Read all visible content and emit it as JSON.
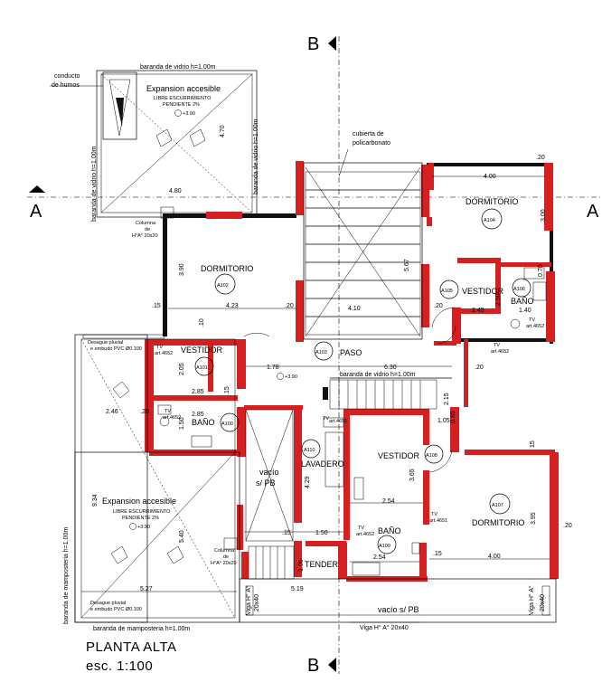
{
  "sections": {
    "a_left": "A",
    "a_right": "A",
    "b_top": "B",
    "b_bottom": "B"
  },
  "title": {
    "line1": "PLANTA ALTA",
    "line2": "esc. 1:100"
  },
  "annotations": {
    "conducto": "conducto",
    "humos": "de humos",
    "baranda_vidrio_top": "baranda de vidrio h=1.00m",
    "baranda_vidrio_left": "baranda de vidrio h=1.00m",
    "baranda_vidrio_right": "baranda de vidrio h=1.00m",
    "baranda_vidrio_paso": "baranda de vidrio h=1.00m",
    "cubierta1": "cubierta de",
    "cubierta2": "policarbonato",
    "baranda_mamp_left": "baranda de mamposteria h=1.00m",
    "baranda_mamp_bottom": "baranda de mamposteria h=1.00m",
    "viga_bottom": "Viga H° A° 20x40",
    "desague1a": "Desague pluvial",
    "desague1b": "e embudo PVC Ø0.100",
    "desague2a": "Desague pluvial",
    "desague2b": "e embudo PVC Ø0.100",
    "columna1a": "Columna",
    "columna1b": "de",
    "columna1c": "H°A° 20x20",
    "columna2a": "Columna",
    "columna2b": "de",
    "columna2c": "H°A° 20x20",
    "viga_v1": "Viga H° A°",
    "viga_v1b": "20x40",
    "viga_v2": "Viga H° A°",
    "viga_v2b": "20x40",
    "libre1": "LIBRE ESCURRIMIENTO",
    "pend1": "PENDIENTE 2%",
    "libre2": "LIBRE ESCURRIMIENTO",
    "pend2": "PENDIENTE 2%",
    "vacio_pb": "vacío s/ PB",
    "vacio_pb2": "vacío",
    "vacio_pb3": "s/ PB"
  },
  "rooms": {
    "exp_top": "Expansion accesible",
    "exp_bottom": "Expansion accesible",
    "dorm_a102": "DORMITORIO",
    "dorm_a104": "DORMITORIO",
    "dorm_a107": "DORMITORIO",
    "vest_a101": "VESTIDOR",
    "vest_a105": "VESTIDOR",
    "vest_a108": "VESTIDOR",
    "bano_a100": "BAÑO",
    "bano_a106": "BAÑO",
    "bano_a109": "BAÑO",
    "paso": "PASO",
    "lavadero": "LAVADERO",
    "tender": "TENDER"
  },
  "codes": {
    "a100": "A100",
    "a101": "A101",
    "a102": "A102",
    "a103": "A103",
    "a104": "A104",
    "a105": "A105",
    "a106": "A106",
    "a107": "A107",
    "a108": "A108",
    "a109": "A109",
    "a110": "A110"
  },
  "levels": {
    "l1": "+3.90",
    "l2": "+3.90",
    "l3": "+3.90"
  },
  "tv": {
    "tv1": "TV",
    "tv1n": "art.4652",
    "tv2": "TV",
    "tv2n": "art.4652",
    "tv3": "TV",
    "tv3n": "art.4652",
    "tv4": "TV",
    "tv4n": "art.4652",
    "tv5": "TV",
    "tv5n": "art.4652",
    "tv6": "TV",
    "tv6n": "art.4651",
    "tv7": "TV",
    "tv7n": "art.4651",
    "tv8": "TV",
    "tv8n": "art.4652"
  },
  "dims": {
    "d480": "4.80",
    "d470": "4.70",
    "d400a": "4.00",
    "d300": "3.00",
    "d390": "3.90",
    "d423": "4.23",
    "d410": "4.10",
    "d567": "5.67",
    "d245": "2.45",
    "d140": "1.40",
    "d250": "2.50",
    "d070": "0.70",
    "d178": "1.78",
    "d630": "6.30",
    "d215": "2.15",
    "d285a": "2.85",
    "d285b": "2.85",
    "d205": "2.05",
    "d246": "2.46",
    "d150a": "1.50",
    "d105": "1.05",
    "d085": "0.85",
    "d254a": "2.54",
    "d254b": "2.54",
    "d365": "3.65",
    "d395": "3.95",
    "d400b": "4.00",
    "d429": "4.29",
    "d150b": "1.50",
    "d106": "1.06",
    "d934": "9.34",
    "d540": "5.40",
    "d527": "5.27",
    "d519": "5.19",
    "d015": ".15",
    "d020": ".20",
    "d010": ".10",
    "d20b": ".20",
    "d20c": ".20",
    "d20d": ".20",
    "d15b": ".15",
    "d15c": ".15",
    "d15d": ".15",
    "d20e": ".20",
    "d20f": ".20",
    "d15e": "15"
  }
}
